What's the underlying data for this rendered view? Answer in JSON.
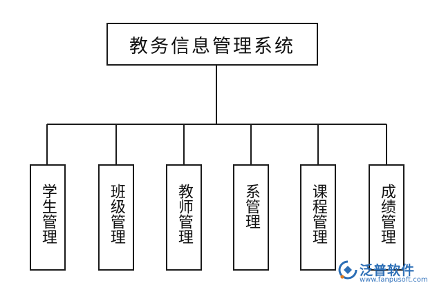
{
  "diagram": {
    "root": "教务信息管理系统",
    "children": [
      "学生管理",
      "班级管理",
      "教师管理",
      "系管理",
      "课程管理",
      "成绩管理"
    ]
  },
  "watermark": {
    "name": "泛普软件",
    "url": "www.fanpusoft.com",
    "logo_icon": "fanpu-logo-icon",
    "color": "#2d6fb6"
  },
  "colors": {
    "line": "#1a1a1a",
    "text": "#111111",
    "background": "#ffffff"
  }
}
